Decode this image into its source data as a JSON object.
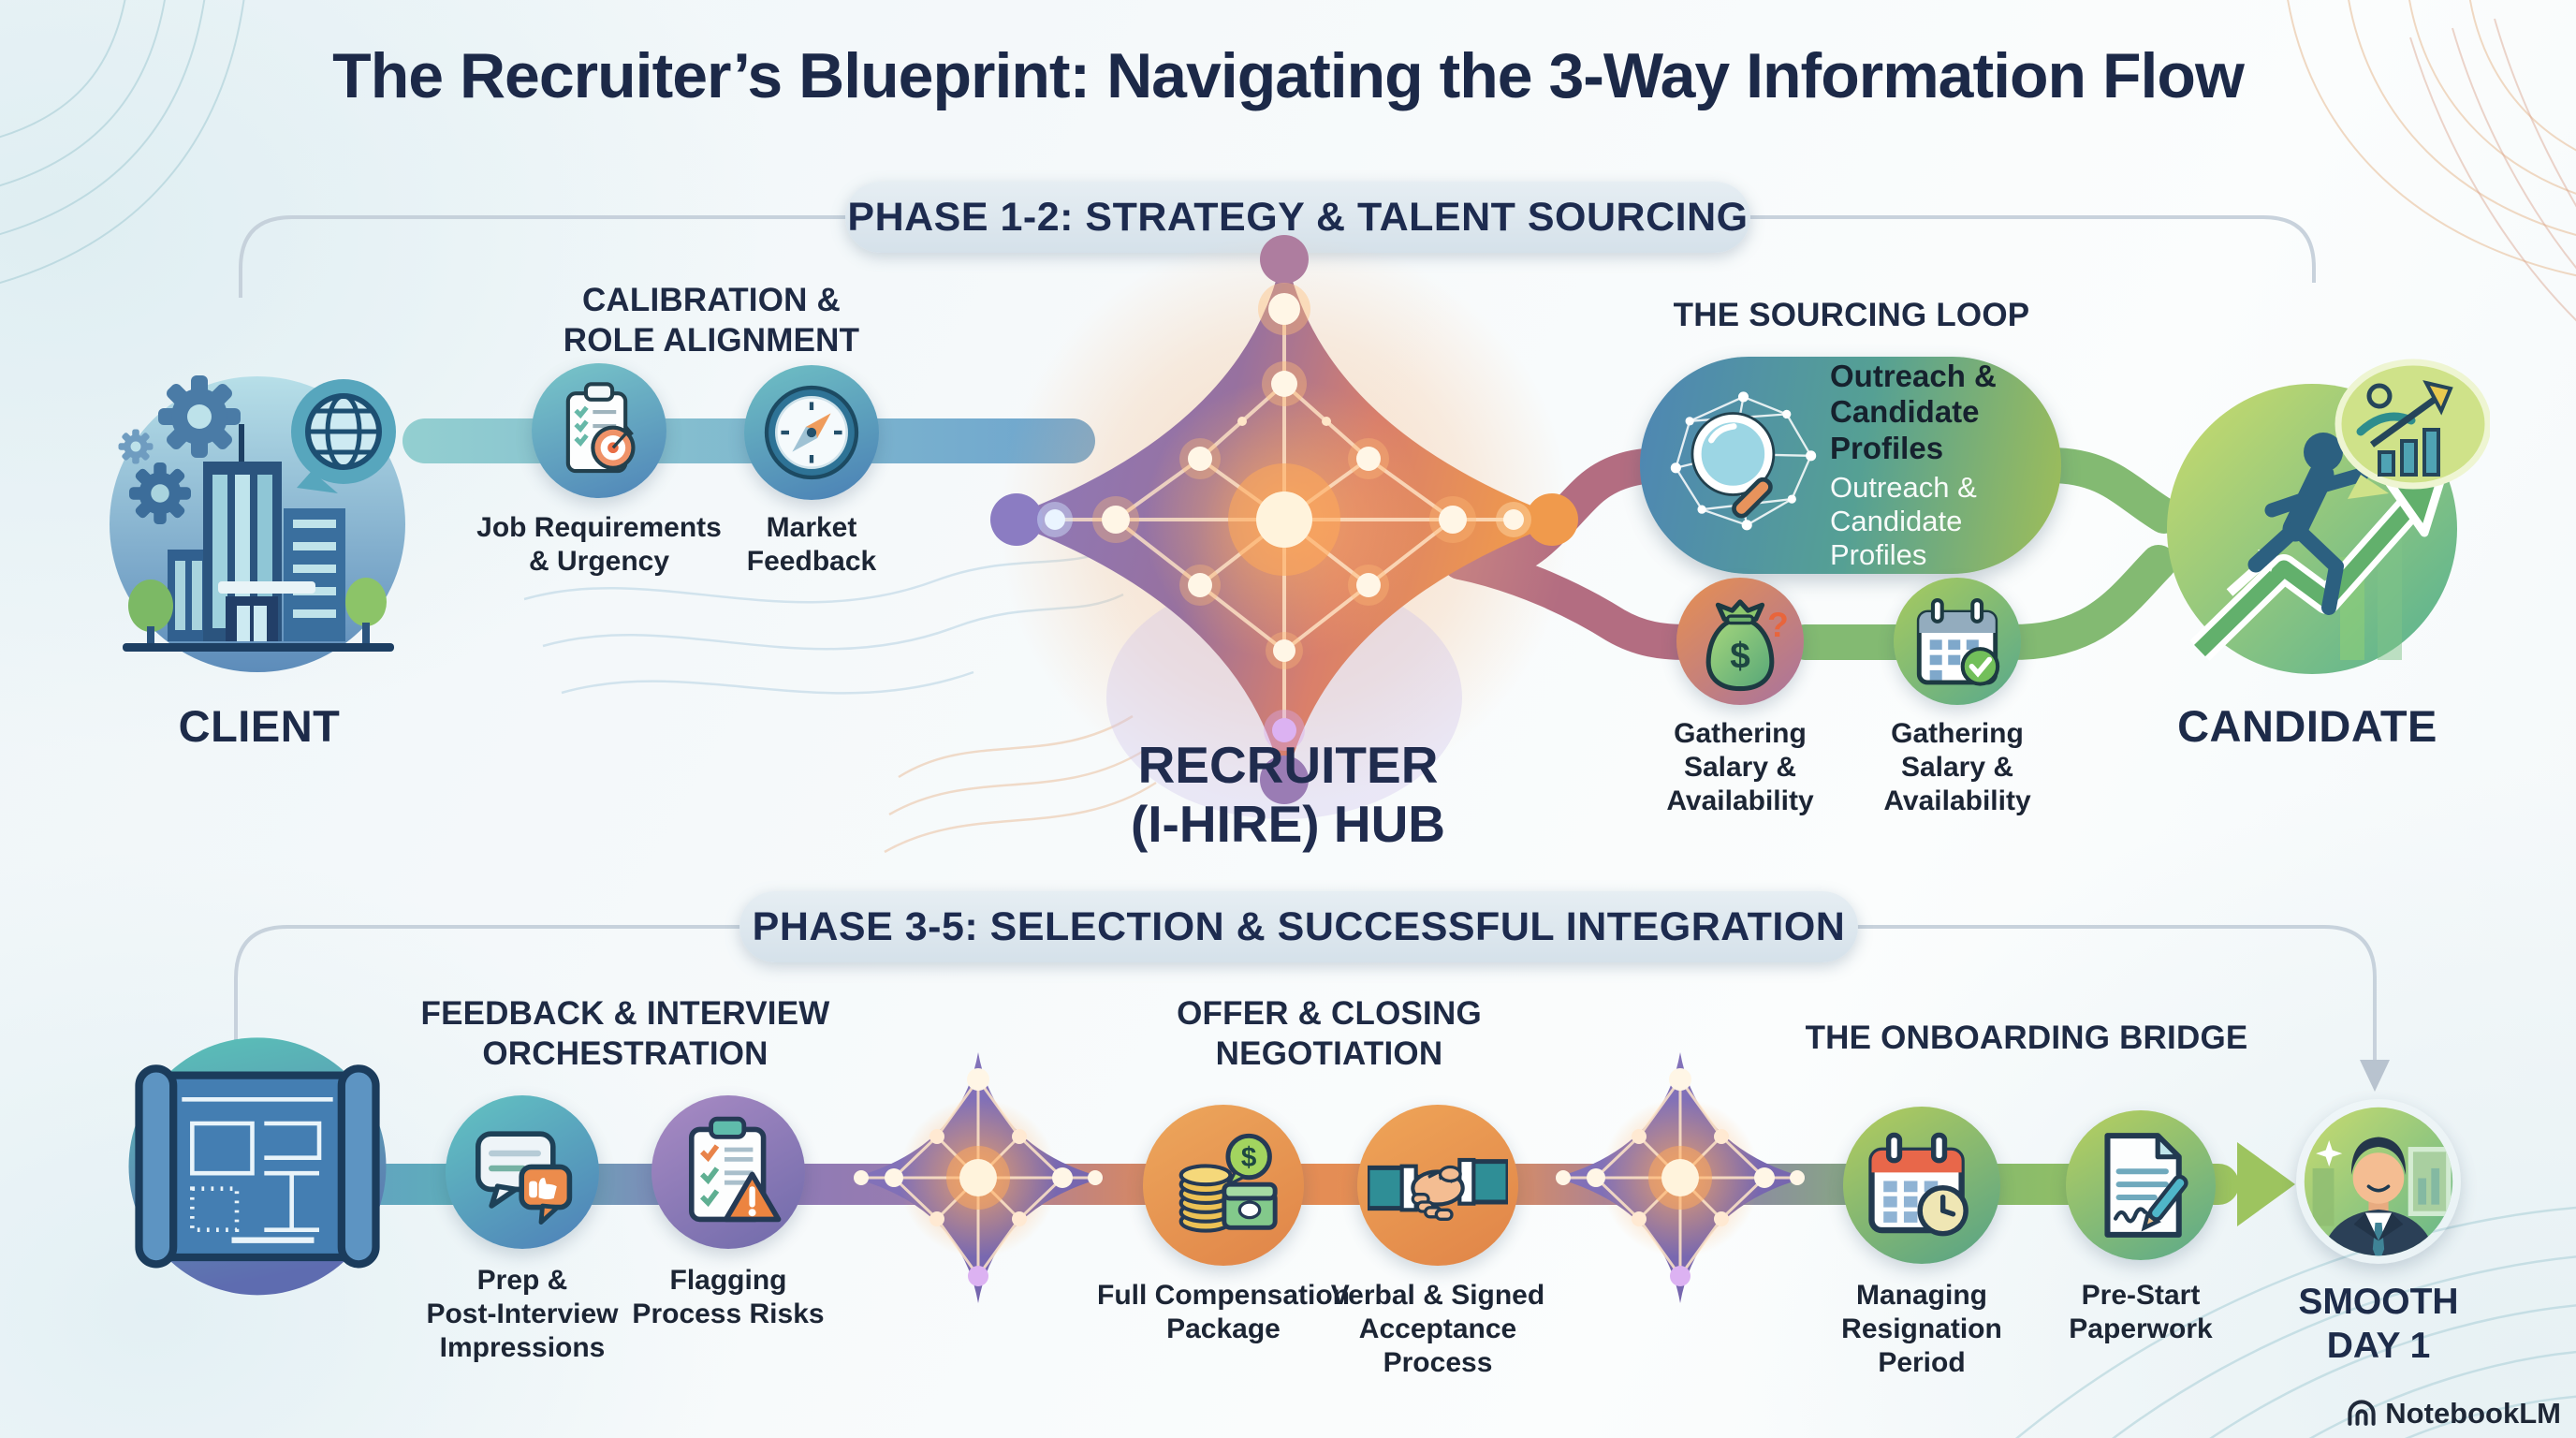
{
  "title": "The Recruiter’s Blueprint: Navigating the 3-Way Information Flow",
  "watermark": "NotebookLM",
  "colors": {
    "navy_text": "#1d2b4f",
    "banner_bg": "#dce6ee",
    "teal_band": "#7fbcc9",
    "hub_purple": "#8b7cc2",
    "hub_orange": "#f09a4c",
    "connector_rose": "#b36d81",
    "connector_green": "#83ba72",
    "client_blue": "#5d8cba",
    "candidate_green": "#8fc46a",
    "pill_gradient_start": "#4e86b4",
    "pill_gradient_end": "#9fbe58"
  },
  "phase1": {
    "banner": "PHASE 1-2: STRATEGY & TALENT SOURCING",
    "client": {
      "label": "CLIENT",
      "icon": "client-building-icon"
    },
    "calibration": {
      "heading": "CALIBRATION &\nROLE ALIGNMENT",
      "steps": [
        {
          "label": "Job Requirements\n& Urgency",
          "icon": "clipboard-target-icon"
        },
        {
          "label": "Market\nFeedback",
          "icon": "compass-icon"
        }
      ]
    },
    "hub": {
      "label": "RECRUITER\n(I-HIRE) HUB",
      "icon": "neural-hub-icon"
    },
    "sourcing": {
      "heading": "THE SOURCING LOOP",
      "pill": {
        "icon": "magnifier-network-icon",
        "title": "Outreach &\nCandidate Profiles",
        "subtitle": "Outreach &\nCandidate Profiles"
      },
      "steps": [
        {
          "label": "Gathering\nSalary &\nAvailability",
          "icon": "money-bag-icon"
        },
        {
          "label": "Gathering\nSalary &\nAvailability",
          "icon": "calendar-check-icon"
        }
      ]
    },
    "candidate": {
      "label": "CANDIDATE",
      "icon": "candidate-growth-icon"
    }
  },
  "phase2": {
    "banner": "PHASE 3-5: SELECTION & SUCCESSFUL INTEGRATION",
    "blueprint": {
      "icon": "blueprint-scroll-icon"
    },
    "feedback": {
      "heading": "FEEDBACK & INTERVIEW\nORCHESTRATION",
      "steps": [
        {
          "label": "Prep &\nPost-Interview\nImpressions",
          "icon": "chat-thumbs-up-icon"
        },
        {
          "label": "Flagging\nProcess Risks",
          "icon": "checklist-warning-icon"
        }
      ]
    },
    "offer": {
      "heading": "OFFER & CLOSING\nNEGOTIATION",
      "steps": [
        {
          "label": "Full Compensation\nPackage",
          "icon": "coins-cash-icon"
        },
        {
          "label": "Verbal & Signed\nAcceptance\nProcess",
          "icon": "handshake-icon"
        }
      ]
    },
    "onboarding": {
      "heading": "THE ONBOARDING BRIDGE",
      "steps": [
        {
          "label": "Managing\nResignation\nPeriod",
          "icon": "calendar-clock-icon"
        },
        {
          "label": "Pre-Start\nPaperwork",
          "icon": "document-pen-icon"
        }
      ]
    },
    "smooth_day": {
      "label": "SMOOTH\nDAY 1",
      "icon": "new-hire-avatar-icon"
    }
  }
}
